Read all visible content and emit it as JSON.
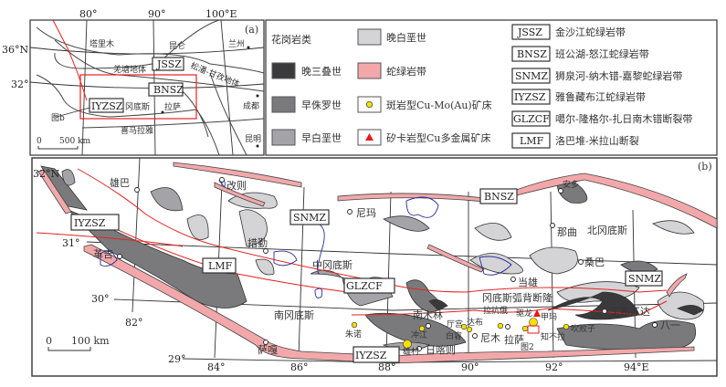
{
  "colors": {
    "late_triassic": "#3a3a3c",
    "early_jurassic": "#7a7a7c",
    "early_cretaceous": "#a4a4a8",
    "late_cretaceous": "#d4d4d6",
    "ophiolite": "#f2a8aa",
    "porphyry": "#f5e000",
    "skarn": "#e51b1b",
    "fault": "#e52222",
    "lake": "#2a2aa0"
  },
  "inset": {
    "label": "(a)",
    "lon_ticks": [
      "80°",
      "90°",
      "100°E"
    ],
    "lat_ticks": [
      "36°N",
      "32°"
    ],
    "places": {
      "tarim": "塔里木",
      "kunlun": "昆仑",
      "lanzhou": "兰州",
      "qiangtang": "羌塘地体",
      "songpan": "松潘-甘孜地体",
      "gangdese": "冈底斯",
      "lhasa": "拉萨",
      "chengdu": "成都",
      "himalaya": "喜马拉雅",
      "kunming": "昆明",
      "fig_b": "图b"
    },
    "sutures": {
      "jssz": "JSSZ",
      "bnsz": "BNSZ",
      "iyzsz": "IYZSZ"
    },
    "scale": {
      "zero": "0",
      "length": "500 km"
    }
  },
  "legend": {
    "title": "花岗岩类",
    "units": [
      {
        "label": "晚三叠世",
        "icon": "swatch-late-triassic"
      },
      {
        "label": "早侏罗世",
        "icon": "swatch-early-jurassic"
      },
      {
        "label": "早白垩世",
        "icon": "swatch-early-cretaceous"
      },
      {
        "label": "晚白垩世",
        "icon": "swatch-late-cretaceous"
      },
      {
        "label": "蛇绿岩带",
        "icon": "swatch-ophiolite"
      },
      {
        "label": "斑岩型Cu-Mo(Au)矿床",
        "icon": "yellow-circle"
      },
      {
        "label": "矽卡岩型Cu多金属矿床",
        "icon": "red-triangle"
      }
    ],
    "abbreviations": [
      {
        "code": "JSSZ",
        "name": "金沙江蛇绿岩带"
      },
      {
        "code": "BNSZ",
        "name": "班公湖-怒江蛇绿岩带"
      },
      {
        "code": "SNMZ",
        "name": "狮泉河-纳木错-嘉黎蛇绿岩带"
      },
      {
        "code": "IYZSZ",
        "name": "雅鲁藏布江蛇绿岩带"
      },
      {
        "code": "GLZCF",
        "name": "噶尔-隆格尔-扎日南木错断裂带"
      },
      {
        "code": "LMF",
        "name": "洛巴堆-米拉山断裂"
      }
    ]
  },
  "main": {
    "label": "(b)",
    "lon_ticks": [
      "82°",
      "84°",
      "86°",
      "88°",
      "90°",
      "92°",
      "94°E"
    ],
    "lat_ticks": [
      "32°N",
      "31°",
      "30°",
      "29°"
    ],
    "sutures": {
      "iyzsz_n": "IYZSZ",
      "snmz": "SNMZ",
      "lmf": "LMF",
      "glzcf": "GLZCF",
      "bnsz": "BNSZ",
      "snmz_e": "SNMZ",
      "iyzsz_s": "IYZSZ"
    },
    "regions": {
      "central": "中冈底斯",
      "south": "南冈底斯",
      "north": "北冈底斯",
      "uplift": "冈底斯弧背断隆"
    },
    "cities": {
      "xiongba": "雄巴",
      "gaize": "改则",
      "nima": "尼玛",
      "geji": "革吉",
      "cuoqin": "措勤",
      "saga": "萨嘎",
      "naqu": "那曲",
      "anduo": "安多",
      "sangba": "桑巴",
      "dangxiong": "当雄",
      "gongbujiangda": "工布江达",
      "bayi": "八一",
      "namling": "南木林",
      "shigatse": "日喀则",
      "lhasa": "拉萨",
      "nimu": "尼木"
    },
    "deposits": {
      "zhunuo": "朱诺",
      "chongjiang": "冲江",
      "tinggong": "厅宫",
      "dabu": "达布",
      "baierong": "白容",
      "xiongcun": "雄村",
      "lakange": "拉抗俄",
      "qulong": "驱龙",
      "jiama": "甲玛",
      "zhibula": "知不拉",
      "chuibaizi": "吹败子"
    },
    "fig2": "图2",
    "scale": {
      "zero": "0",
      "length": "100 km"
    }
  }
}
